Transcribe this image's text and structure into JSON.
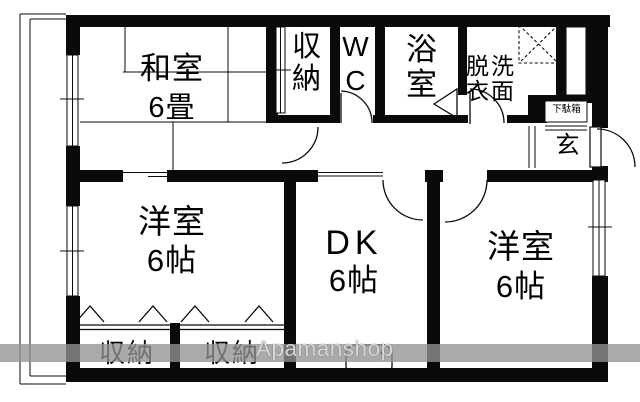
{
  "rooms": {
    "washitsu": {
      "name": "和室",
      "size": "6畳"
    },
    "closet_top": {
      "label": "収\n納"
    },
    "wc": {
      "label": "W\nC"
    },
    "bath": {
      "label": "浴\n室"
    },
    "laundry": {
      "label": "脱洗\n衣面"
    },
    "shoe_cabinet": {
      "label": "下駄箱"
    },
    "entrance": {
      "label": "玄"
    },
    "western_left": {
      "name": "洋室",
      "size": "6帖"
    },
    "dk": {
      "name": "DK",
      "size": "6帖"
    },
    "western_right": {
      "name": "洋室",
      "size": "6帖"
    },
    "closet_bottom_left": {
      "label": "収納"
    },
    "closet_bottom_right": {
      "label": "収納"
    }
  },
  "watermark": {
    "text": "Apamanshop"
  },
  "colors": {
    "wall": "#0a0a0a",
    "background": "#ffffff",
    "watermark_band": "#929292",
    "watermark_text": "#d8d8d8"
  }
}
